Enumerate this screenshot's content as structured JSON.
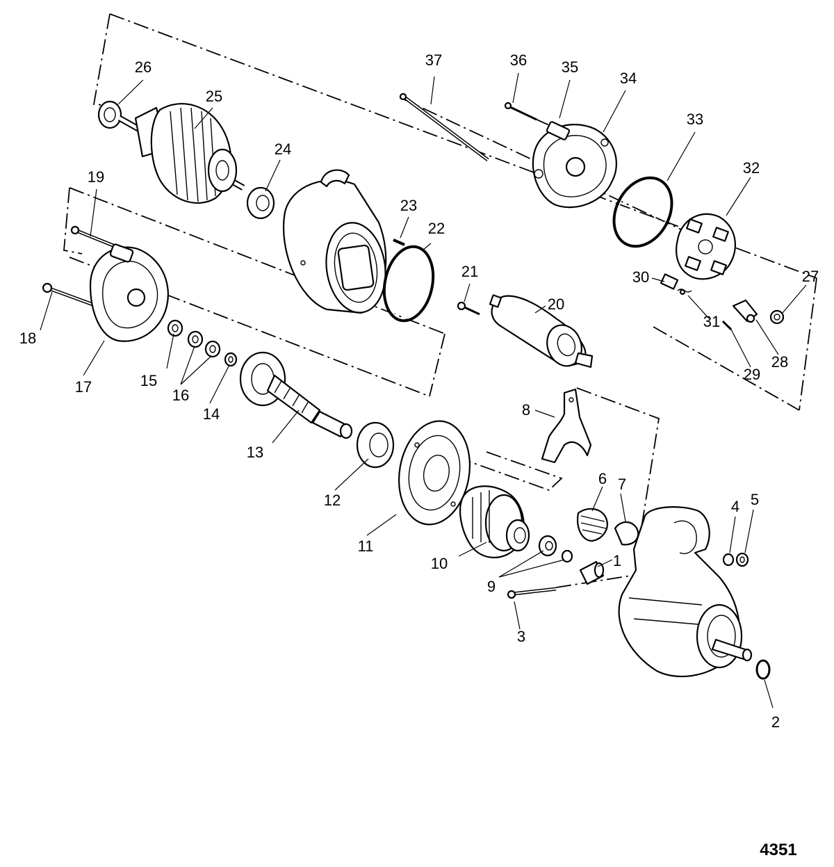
{
  "diagram": {
    "reference_number": "4351",
    "callouts": [
      {
        "id": "1",
        "label": "1"
      },
      {
        "id": "2",
        "label": "2"
      },
      {
        "id": "3",
        "label": "3"
      },
      {
        "id": "4",
        "label": "4"
      },
      {
        "id": "5",
        "label": "5"
      },
      {
        "id": "6",
        "label": "6"
      },
      {
        "id": "7",
        "label": "7"
      },
      {
        "id": "8",
        "label": "8"
      },
      {
        "id": "9",
        "label": "9"
      },
      {
        "id": "10",
        "label": "10"
      },
      {
        "id": "11",
        "label": "11"
      },
      {
        "id": "12",
        "label": "12"
      },
      {
        "id": "13",
        "label": "13"
      },
      {
        "id": "14",
        "label": "14"
      },
      {
        "id": "15",
        "label": "15"
      },
      {
        "id": "16",
        "label": "16"
      },
      {
        "id": "17",
        "label": "17"
      },
      {
        "id": "18",
        "label": "18"
      },
      {
        "id": "19",
        "label": "19"
      },
      {
        "id": "20",
        "label": "20"
      },
      {
        "id": "21",
        "label": "21"
      },
      {
        "id": "22",
        "label": "22"
      },
      {
        "id": "23",
        "label": "23"
      },
      {
        "id": "24",
        "label": "24"
      },
      {
        "id": "25",
        "label": "25"
      },
      {
        "id": "26",
        "label": "26"
      },
      {
        "id": "27",
        "label": "27"
      },
      {
        "id": "28",
        "label": "28"
      },
      {
        "id": "29",
        "label": "29"
      },
      {
        "id": "30",
        "label": "30"
      },
      {
        "id": "31",
        "label": "31"
      },
      {
        "id": "32",
        "label": "32"
      },
      {
        "id": "33",
        "label": "33"
      },
      {
        "id": "34",
        "label": "34"
      },
      {
        "id": "35",
        "label": "35"
      },
      {
        "id": "36",
        "label": "36"
      },
      {
        "id": "37",
        "label": "37"
      }
    ]
  }
}
